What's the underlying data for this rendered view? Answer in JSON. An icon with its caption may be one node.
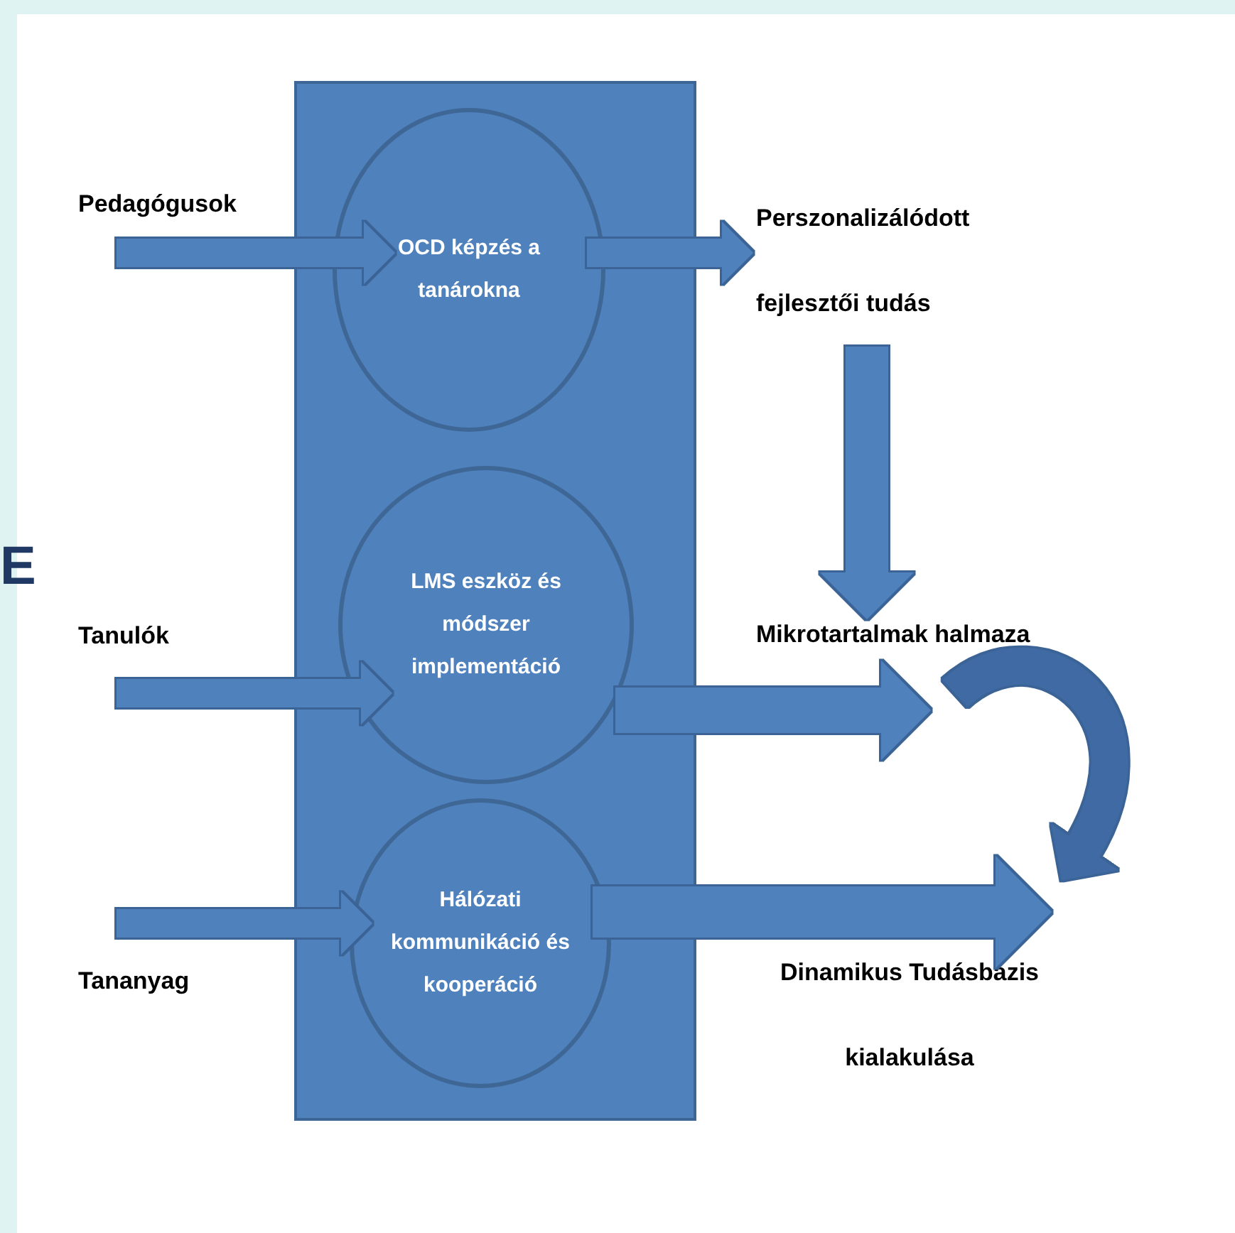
{
  "diagram": {
    "nodes": [
      {
        "text": [],
        "shape": "box"
      },
      {
        "text": [
          "OCD képzés a tanárokna"
        ],
        "in": 0
      },
      {
        "text": [
          "LMS eszköz és módszer implementáció"
        ],
        "in": 0
      },
      {
        "text": [
          "Hálózati kommunikáció és kooperáció"
        ],
        "in": 0
      },
      {
        "text": [
          "Pedagógusok"
        ]
      },
      {
        "text": [
          "Tanulók"
        ]
      },
      {
        "text": [
          "Tananyag"
        ]
      },
      {
        "text": [
          "Perszonalizálódott fejlesztői tudás"
        ]
      },
      {
        "text": [
          "Mikrotartalmak halmaza"
        ]
      },
      {
        "text": [
          "Dinamikus Tudásbázis kialakulása"
        ]
      }
    ],
    "edges": [
      {
        "from": 4,
        "to": 1,
        "arrow": "to"
      },
      {
        "from": 1,
        "to": 7,
        "arrow": "to"
      },
      {
        "from": 7,
        "to": 8,
        "arrow": "to"
      },
      {
        "from": 5,
        "to": 2,
        "arrow": "to"
      },
      {
        "from": 2,
        "to": 8,
        "arrow": "to"
      },
      {
        "from": 8,
        "to": 9,
        "arrow": "to"
      },
      {
        "from": 6,
        "to": 3,
        "arrow": "to"
      },
      {
        "from": 3,
        "to": 9,
        "arrow": "to",
        "style": "thick"
      }
    ],
    "labels": [
      "E"
    ]
  }
}
